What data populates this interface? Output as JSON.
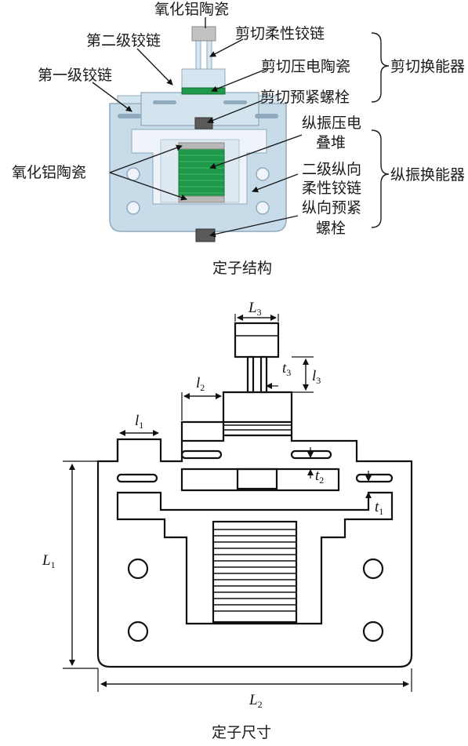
{
  "top": {
    "labels": {
      "alumina_top": "氧化铝陶瓷",
      "second_hinge": "第二级铰链",
      "shear_flex_hinge": "剪切柔性铰链",
      "first_hinge": "第一级铰链",
      "shear_piezo": "剪切压电陶瓷",
      "shear_transducer": "剪切换能器",
      "shear_preload_bolt": "剪切预紧螺栓",
      "long_piezo_1": "纵振压电",
      "long_piezo_2": "叠堆",
      "alumina_left": "氧化铝陶瓷",
      "long_transducer": "纵振换能器",
      "second_long_hinge_1": "二级纵向",
      "second_long_hinge_2": "柔性铰链",
      "long_preload_bolt_1": "纵向预紧",
      "long_preload_bolt_2": "螺栓"
    },
    "caption": "定子结构",
    "colors": {
      "frame": "#c7dbe9",
      "frame_edge": "#8fa9bd",
      "piezo": "#1f9a4a",
      "ceramic": "#b9b9b9",
      "bolt": "#5a5a5a"
    }
  },
  "bottom": {
    "dims": {
      "L3": {
        "main": "L",
        "sub": "3"
      },
      "t3": {
        "main": "t",
        "sub": "3"
      },
      "l3": {
        "main": "l",
        "sub": "3"
      },
      "l2": {
        "main": "l",
        "sub": "2"
      },
      "l1": {
        "main": "l",
        "sub": "1"
      },
      "t2": {
        "main": "t",
        "sub": "2"
      },
      "t1": {
        "main": "t",
        "sub": "1"
      },
      "L1": {
        "main": "L",
        "sub": "1"
      },
      "L2": {
        "main": "L",
        "sub": "2"
      }
    },
    "caption": "定子尺寸"
  }
}
